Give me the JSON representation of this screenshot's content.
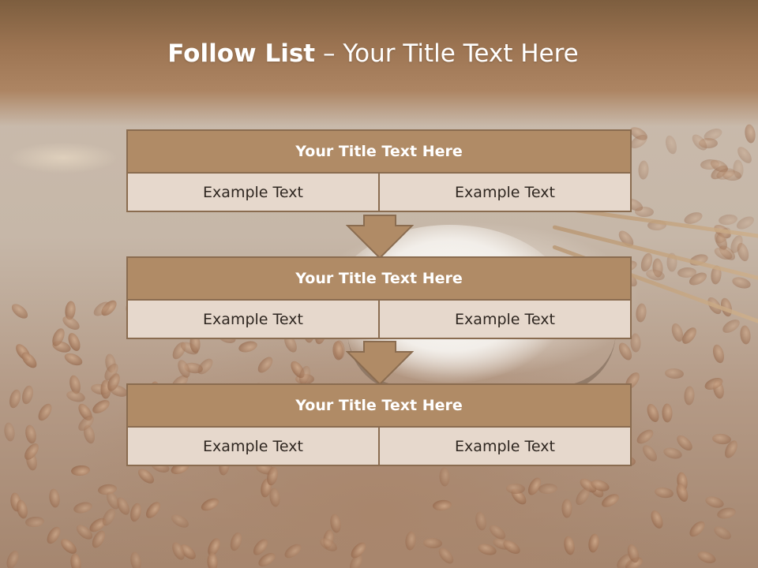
{
  "slide": {
    "title_bold": "Follow List",
    "title_rest": " – Your Title Text Here"
  },
  "blocks": [
    {
      "title": "Your Title Text Here",
      "cells": [
        "Example Text",
        "Example Text"
      ]
    },
    {
      "title": "Your Title Text Here",
      "cells": [
        "Example Text",
        "Example Text"
      ]
    },
    {
      "title": "Your Title Text Here",
      "cells": [
        "Example Text",
        "Example Text"
      ]
    }
  ],
  "colors": {
    "header_fill": "#b08b66",
    "cell_fill": "#e6d8cc",
    "border": "#8a6c50",
    "arrow_fill": "#b08b66",
    "title_band": "#8f6b4a"
  },
  "icons": [
    "down-arrow-icon"
  ]
}
